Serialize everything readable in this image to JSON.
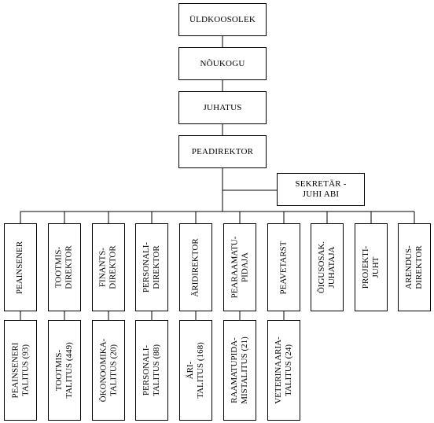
{
  "top_chain": [
    "ÜLDKOOSOLEK",
    "NÕUKOGU",
    "JUHATUS",
    "PEADIREKTOR"
  ],
  "secretary": "SEKRETÄR -\nJUHI ABI",
  "directors": [
    [
      "PEAINSENER"
    ],
    [
      "TOOTMIS-",
      "DIREKTOR"
    ],
    [
      "FINANTS-",
      "DIREKTOR"
    ],
    [
      "PERSONALI-",
      "DIREKTOR"
    ],
    [
      "ÄRIDIREKTOR"
    ],
    [
      "PEARAAMATU-",
      "PIDAJA"
    ],
    [
      "PEAVETARST"
    ],
    [
      "ÕIGUSOSAK.",
      "JUHATAJA"
    ],
    [
      "PROJEKTI-",
      "JUHT"
    ],
    [
      "ARENDUS-",
      "DIREKTOR"
    ]
  ],
  "departments": [
    [
      "PEAINSENERI",
      "TALITUS (93)"
    ],
    [
      "TOOTMIS-",
      "TALITUS (449)"
    ],
    [
      "ÖKONOOMIKA-",
      "TALITUS (20)"
    ],
    [
      "PERSONALI-",
      "TALITUS (88)"
    ],
    [
      "ÄRI-",
      "TALITUS (168)"
    ],
    [
      "RAAMATUPIDA-",
      "MISTALITUS (21)"
    ],
    [
      "VETERINAARIA-",
      "TALITUS (24)"
    ]
  ]
}
